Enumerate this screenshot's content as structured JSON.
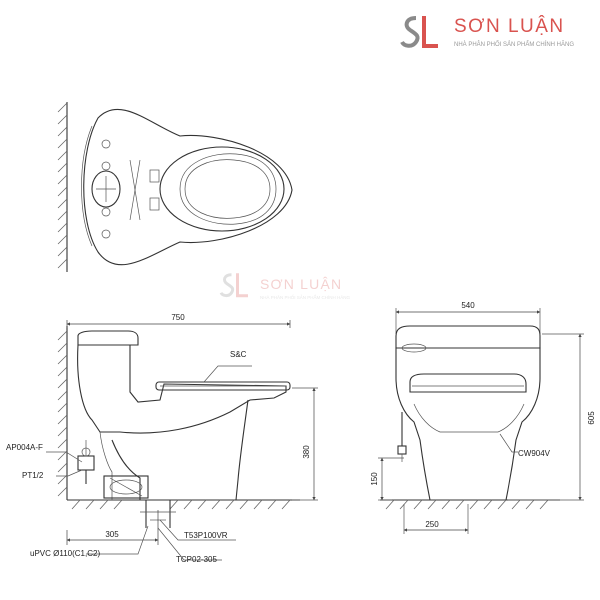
{
  "brand": {
    "name": "SƠN LUẬN",
    "tagline": "NHÀ PHÂN PHỐI SẢN PHẨM CHÍNH HÃNG",
    "mark": "SL",
    "accent_color": "#d9534f",
    "accent_dark": "#8a8a8a"
  },
  "watermark": {
    "name": "SƠN LUẬN",
    "tagline": "NHÀ PHÂN PHỐI SẢN PHẨM CHÍNH HÃNG",
    "mark": "SL"
  },
  "side_view": {
    "overall_length": "750",
    "seat_label": "S&C",
    "angle_valve_label": "AP004A-F",
    "thread_label": "PT1/2",
    "height_label": "380",
    "rough_in": "305",
    "flange_label": "T53P100VR",
    "pipe_label": "uPVC Ø110(C1,C2)",
    "adapter_label": "TCP02-305"
  },
  "front_view": {
    "overall_width": "540",
    "overall_height": "605",
    "inlet_height": "150",
    "inlet_offset": "250",
    "seat_label": "CW904V"
  }
}
